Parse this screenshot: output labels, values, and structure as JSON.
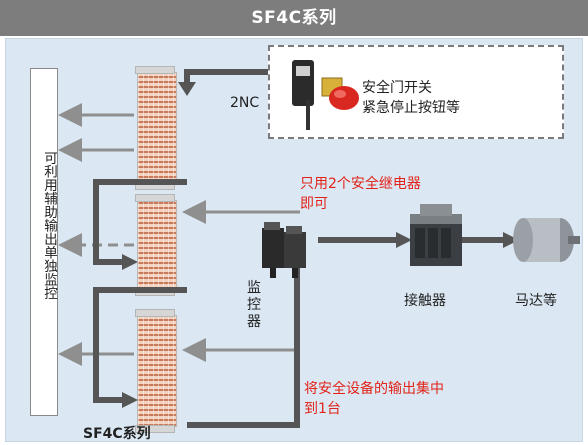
{
  "title": "SF4C系列",
  "left_box_text": "可利用辅助输出单独监控",
  "label_2nc": "2NC",
  "safety_devices": {
    "line1": "安全门开关",
    "line2": "紧急停止按钮等"
  },
  "red_note_top": {
    "line1": "只用2个安全继电器",
    "line2": "即可"
  },
  "monitor_label": "监控器",
  "contactor_label": "接触器",
  "motor_label": "马达等",
  "red_note_bottom": {
    "line1": "将安全设备的输出集中",
    "line2": "到1台"
  },
  "bottom_label": "SF4C系列",
  "colors": {
    "title_bar": "#7d7d7d",
    "panel": "#dbe8f3",
    "wire": "#555555",
    "arrow_gray": "#8f8f8f",
    "red_text": "#e2231a"
  }
}
